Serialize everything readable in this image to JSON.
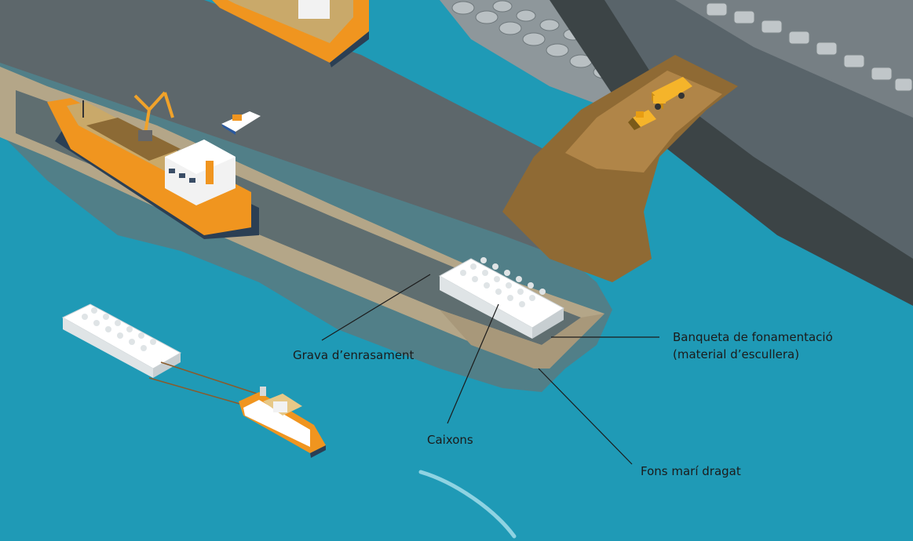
{
  "colors": {
    "water": "#1f9ab6",
    "seabed_shadow": "#5b7a80",
    "breakwater_rock": "#3c4446",
    "breakwater_top": "#59646a",
    "gravel": "#b4a688",
    "fill_brown": "#8f6a34",
    "caisson": "#eef0f1",
    "hull_orange": "#f0951f",
    "leader_line": "#1b1b1b"
  },
  "labels": {
    "grava": "Grava d’enrasament",
    "banqueta_line1": "Banqueta de fonamentació",
    "banqueta_line2": "(material d’escullera)",
    "caixons": "Caixons",
    "fons": "Fons marí dragat"
  },
  "icons": [
    "cargo-ship-icon",
    "crane-icon",
    "tugboat-icon",
    "dump-truck-icon",
    "bulldozer-icon",
    "caisson-icon"
  ]
}
